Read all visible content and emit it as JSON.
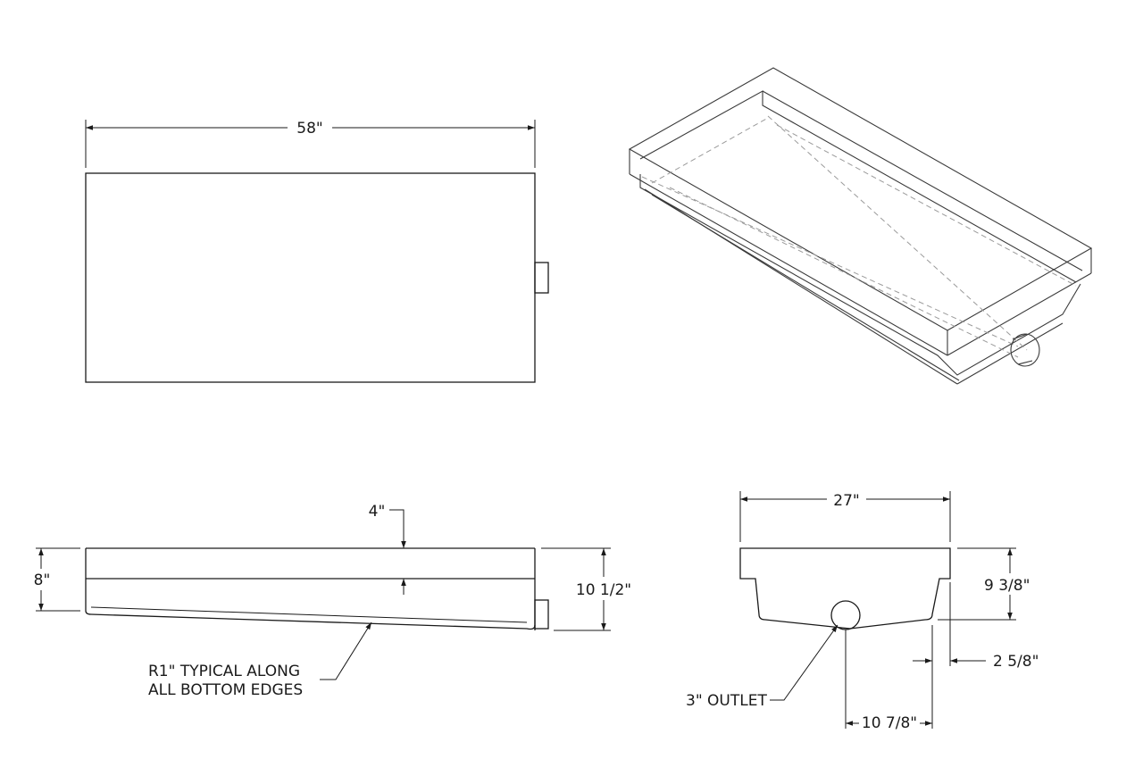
{
  "dimensions": {
    "top_width": "58\"",
    "leader_4": "4\"",
    "side_height_8": "8\"",
    "side_height_10_5": "10 1/2\"",
    "end_width": "27\"",
    "end_height": "9 3/8\"",
    "end_offset": "2 5/8\"",
    "outlet_offset": "10 7/8\""
  },
  "notes": {
    "radius_line1": "R1\" TYPICAL ALONG",
    "radius_line2": "ALL BOTTOM EDGES",
    "outlet": "3\" OUTLET"
  }
}
